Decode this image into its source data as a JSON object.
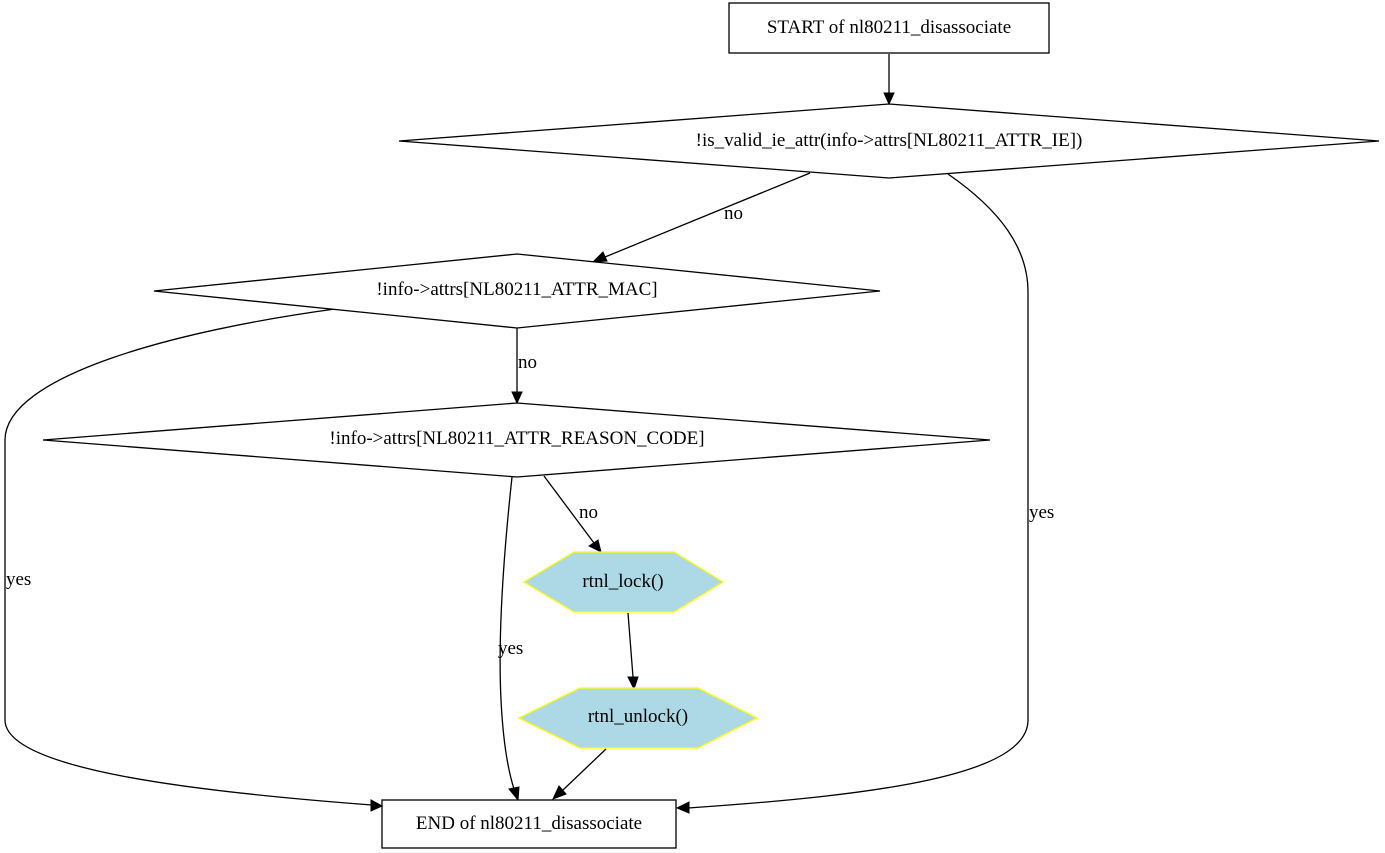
{
  "nodes": {
    "start": "START of nl80211_disassociate",
    "check_ie": "!is_valid_ie_attr(info->attrs[NL80211_ATTR_IE])",
    "check_mac": "!info->attrs[NL80211_ATTR_MAC]",
    "check_reason": "!info->attrs[NL80211_ATTR_REASON_CODE]",
    "lock": "rtnl_lock()",
    "unlock": "rtnl_unlock()",
    "end": "END of nl80211_disassociate"
  },
  "edges": {
    "ie_no": "no",
    "ie_yes": "yes",
    "mac_no": "no",
    "mac_yes": "yes",
    "reason_no": "no",
    "reason_yes": "yes"
  },
  "colors": {
    "process_fill": "#add8e6",
    "process_stroke": "#ffff00"
  }
}
